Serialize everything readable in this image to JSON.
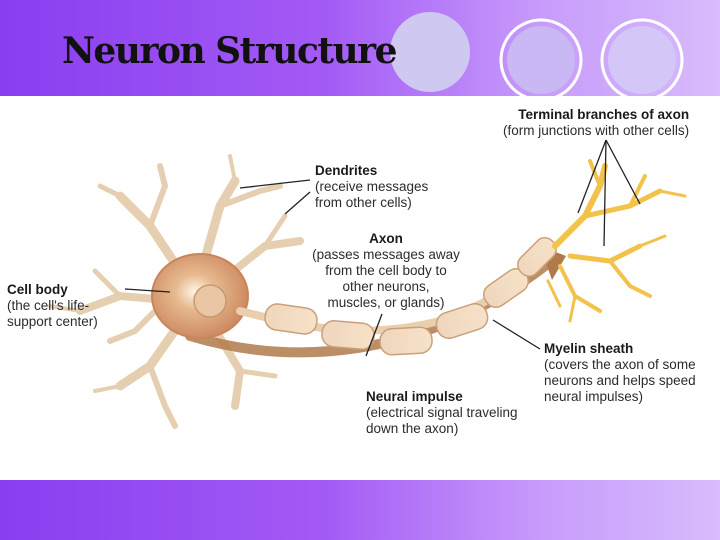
{
  "slide": {
    "title": "Neuron Structure"
  },
  "labels": {
    "terminal": {
      "heading": "Terminal branches of axon",
      "desc": [
        "(form junctions with other cells)"
      ]
    },
    "dendrites": {
      "heading": "Dendrites",
      "desc": [
        "(receive messages",
        "from other cells)"
      ]
    },
    "axon": {
      "heading": "Axon",
      "desc": [
        "(passes messages away",
        "from the cell body to",
        "other neurons,",
        "muscles, or glands)"
      ]
    },
    "cell_body": {
      "heading": "Cell body",
      "desc": [
        "(the cell's life-",
        "support center)"
      ]
    },
    "myelin": {
      "heading": "Myelin sheath",
      "desc": [
        "(covers the axon of some",
        "neurons and helps speed",
        "neural impulses)"
      ]
    },
    "impulse": {
      "heading": "Neural impulse",
      "desc": [
        "(electrical signal traveling",
        "down the axon)"
      ]
    }
  },
  "colors": {
    "background_purple": "#8a3ef0",
    "circle_fill": "#cfc8f0",
    "dendrite": "#e6cfb0",
    "cell_body": "#d9a77a",
    "terminal": "#f2c24a",
    "myelin": "#f3dcc0",
    "arrow": "#b07a4a"
  }
}
